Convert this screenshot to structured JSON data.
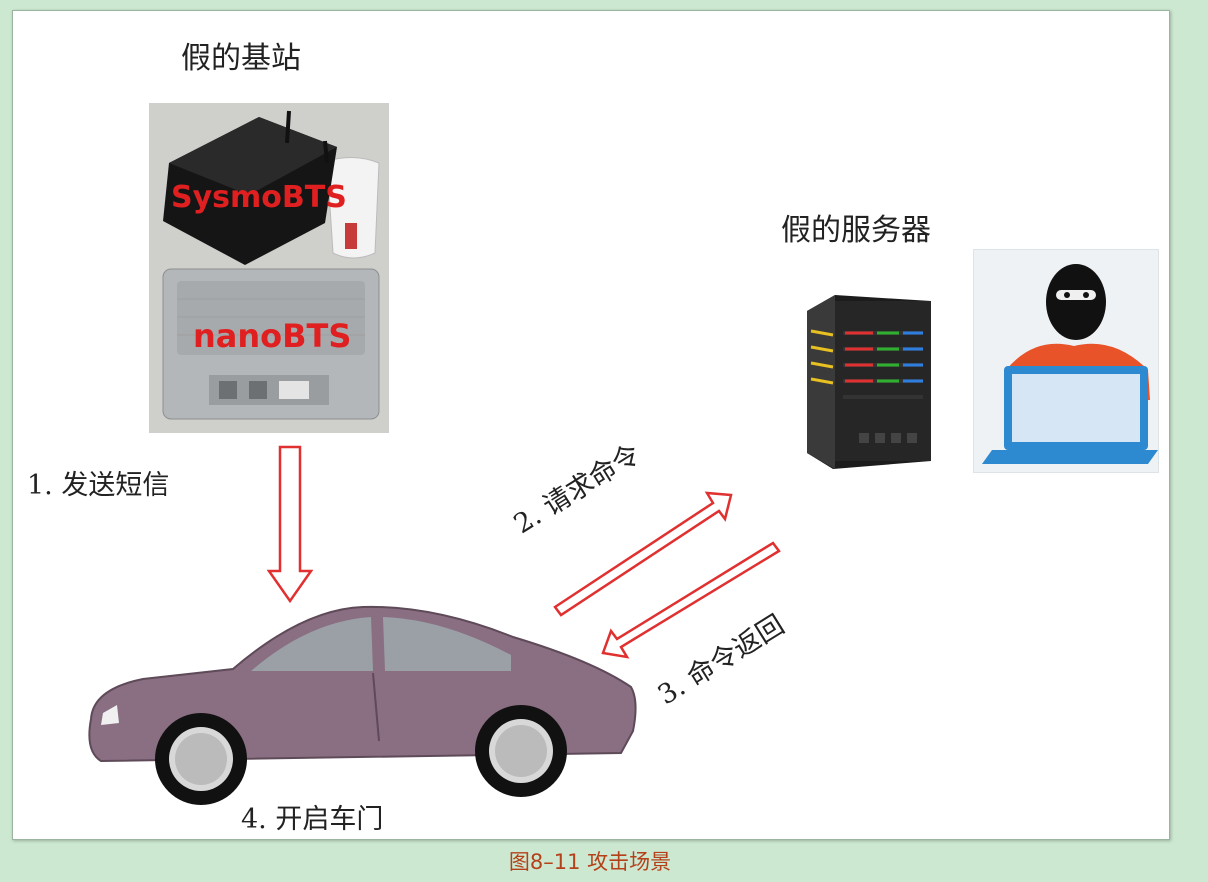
{
  "labels": {
    "fake_bts_title": "假的基站",
    "fake_server_title": "假的服务器",
    "sysmo_label": "SysmoBTS",
    "nano_label": "nanoBTS"
  },
  "steps": {
    "step1": "1. 发送短信",
    "step2": "2. 请求命令",
    "step3": "3. 命令返回",
    "step4": "4. 开启车门"
  },
  "caption": "图8–11 攻击场景",
  "colors": {
    "page_background": "#cce8d0",
    "arrow_red": "#e03030",
    "caption_color": "#b5411a",
    "car_body": "#8a6f82",
    "hacker_shirt": "#e8532a",
    "laptop_blue": "#2e8ad0"
  },
  "icons": {
    "bts_photo": "base-station-photo",
    "server": "server-tower-icon",
    "hacker": "hacker-laptop-icon",
    "car": "car-icon"
  }
}
